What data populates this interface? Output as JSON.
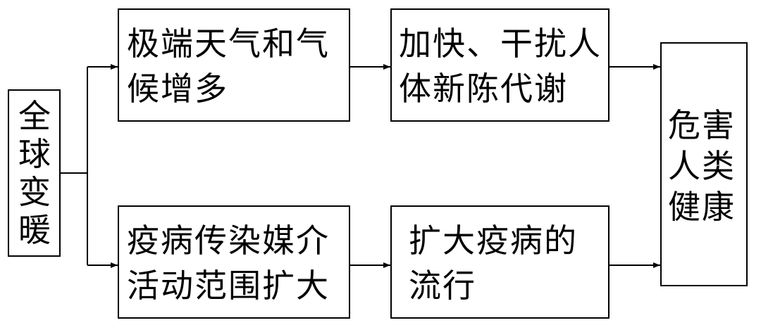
{
  "nodes": {
    "source": "全球变暖",
    "extreme_weather": [
      "极端天气和气",
      "候增多"
    ],
    "metabolism": [
      "加快、干扰人",
      "体新陈代谢"
    ],
    "vector_activity": [
      "疫病传染媒介",
      "活动范围扩大"
    ],
    "epidemic_spread": [
      "扩大疫病的",
      "流行"
    ],
    "harm_health": [
      "危害",
      "人类",
      "健康"
    ]
  }
}
